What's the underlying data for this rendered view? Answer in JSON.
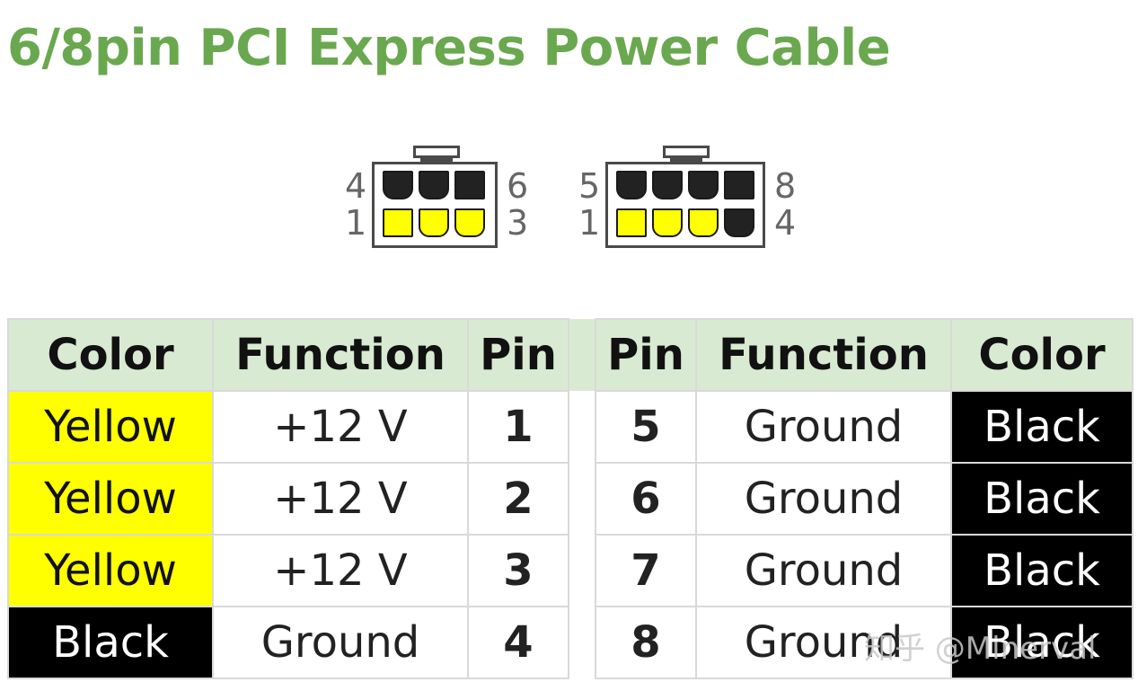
{
  "title": "6/8pin PCI Express Power Cable",
  "colors": {
    "title": "#6aa84f",
    "header_bg": "#d9ead3",
    "yellow": "#ffff00",
    "black": "#000000",
    "white": "#ffffff"
  },
  "connector_6pin": {
    "labels": {
      "top_left": "4",
      "top_right": "6",
      "bottom_left": "1",
      "bottom_right": "3"
    },
    "top_row": [
      "black",
      "black",
      "black"
    ],
    "bottom_row": [
      "yellow",
      "yellow",
      "yellow"
    ]
  },
  "connector_8pin": {
    "labels": {
      "top_left": "5",
      "top_right": "8",
      "bottom_left": "1",
      "bottom_right": "4"
    },
    "top_row": [
      "black",
      "black",
      "black",
      "black"
    ],
    "bottom_row": [
      "yellow",
      "yellow",
      "yellow",
      "black"
    ]
  },
  "table": {
    "headers": [
      "Color",
      "Function",
      "Pin",
      "Pin",
      "Function",
      "Color"
    ],
    "left_rows": [
      {
        "color": "Yellow",
        "function": "+12 V",
        "pin": "1"
      },
      {
        "color": "Yellow",
        "function": "+12 V",
        "pin": "2"
      },
      {
        "color": "Yellow",
        "function": "+12 V",
        "pin": "3"
      },
      {
        "color": "Black",
        "function": "Ground",
        "pin": "4"
      }
    ],
    "right_rows": [
      {
        "pin": "5",
        "function": "Ground",
        "color": "Black"
      },
      {
        "pin": "6",
        "function": "Ground",
        "color": "Black"
      },
      {
        "pin": "7",
        "function": "Ground",
        "color": "Black"
      },
      {
        "pin": "8",
        "function": "Ground",
        "color": "Black"
      }
    ]
  },
  "watermark": "知乎 @Minerval"
}
